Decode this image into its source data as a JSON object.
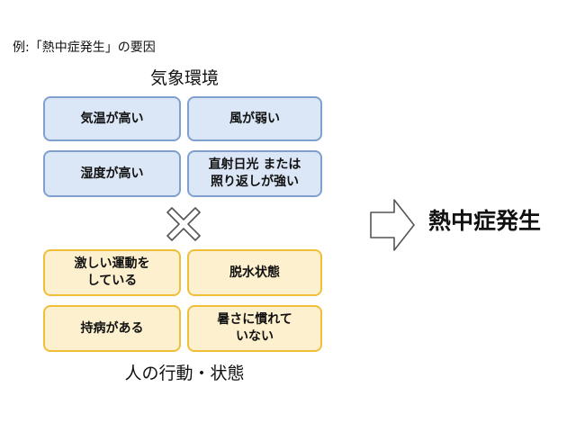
{
  "caption": "例:「熱中症発生」の要因",
  "environment": {
    "title": "気象環境",
    "items": [
      {
        "label": "気温が高い"
      },
      {
        "label": "風が弱い"
      },
      {
        "label": "湿度が高い"
      },
      {
        "label": "直射日光 または\n照り返しが強い"
      }
    ]
  },
  "behavior": {
    "title": "人の行動・状態",
    "items": [
      {
        "label": "激しい運動を\nしている"
      },
      {
        "label": "脱水状態"
      },
      {
        "label": "持病がある"
      },
      {
        "label": "暑さに慣れて\nいない"
      }
    ]
  },
  "operator_icon": "cross-multiply-icon",
  "arrow_icon": "arrow-right-icon",
  "result": "熱中症発生",
  "colors": {
    "env_fill": "#dbe7f6",
    "env_border": "#7f9fcf",
    "behavior_fill": "#fdf0cf",
    "behavior_border": "#f0bf3a"
  }
}
